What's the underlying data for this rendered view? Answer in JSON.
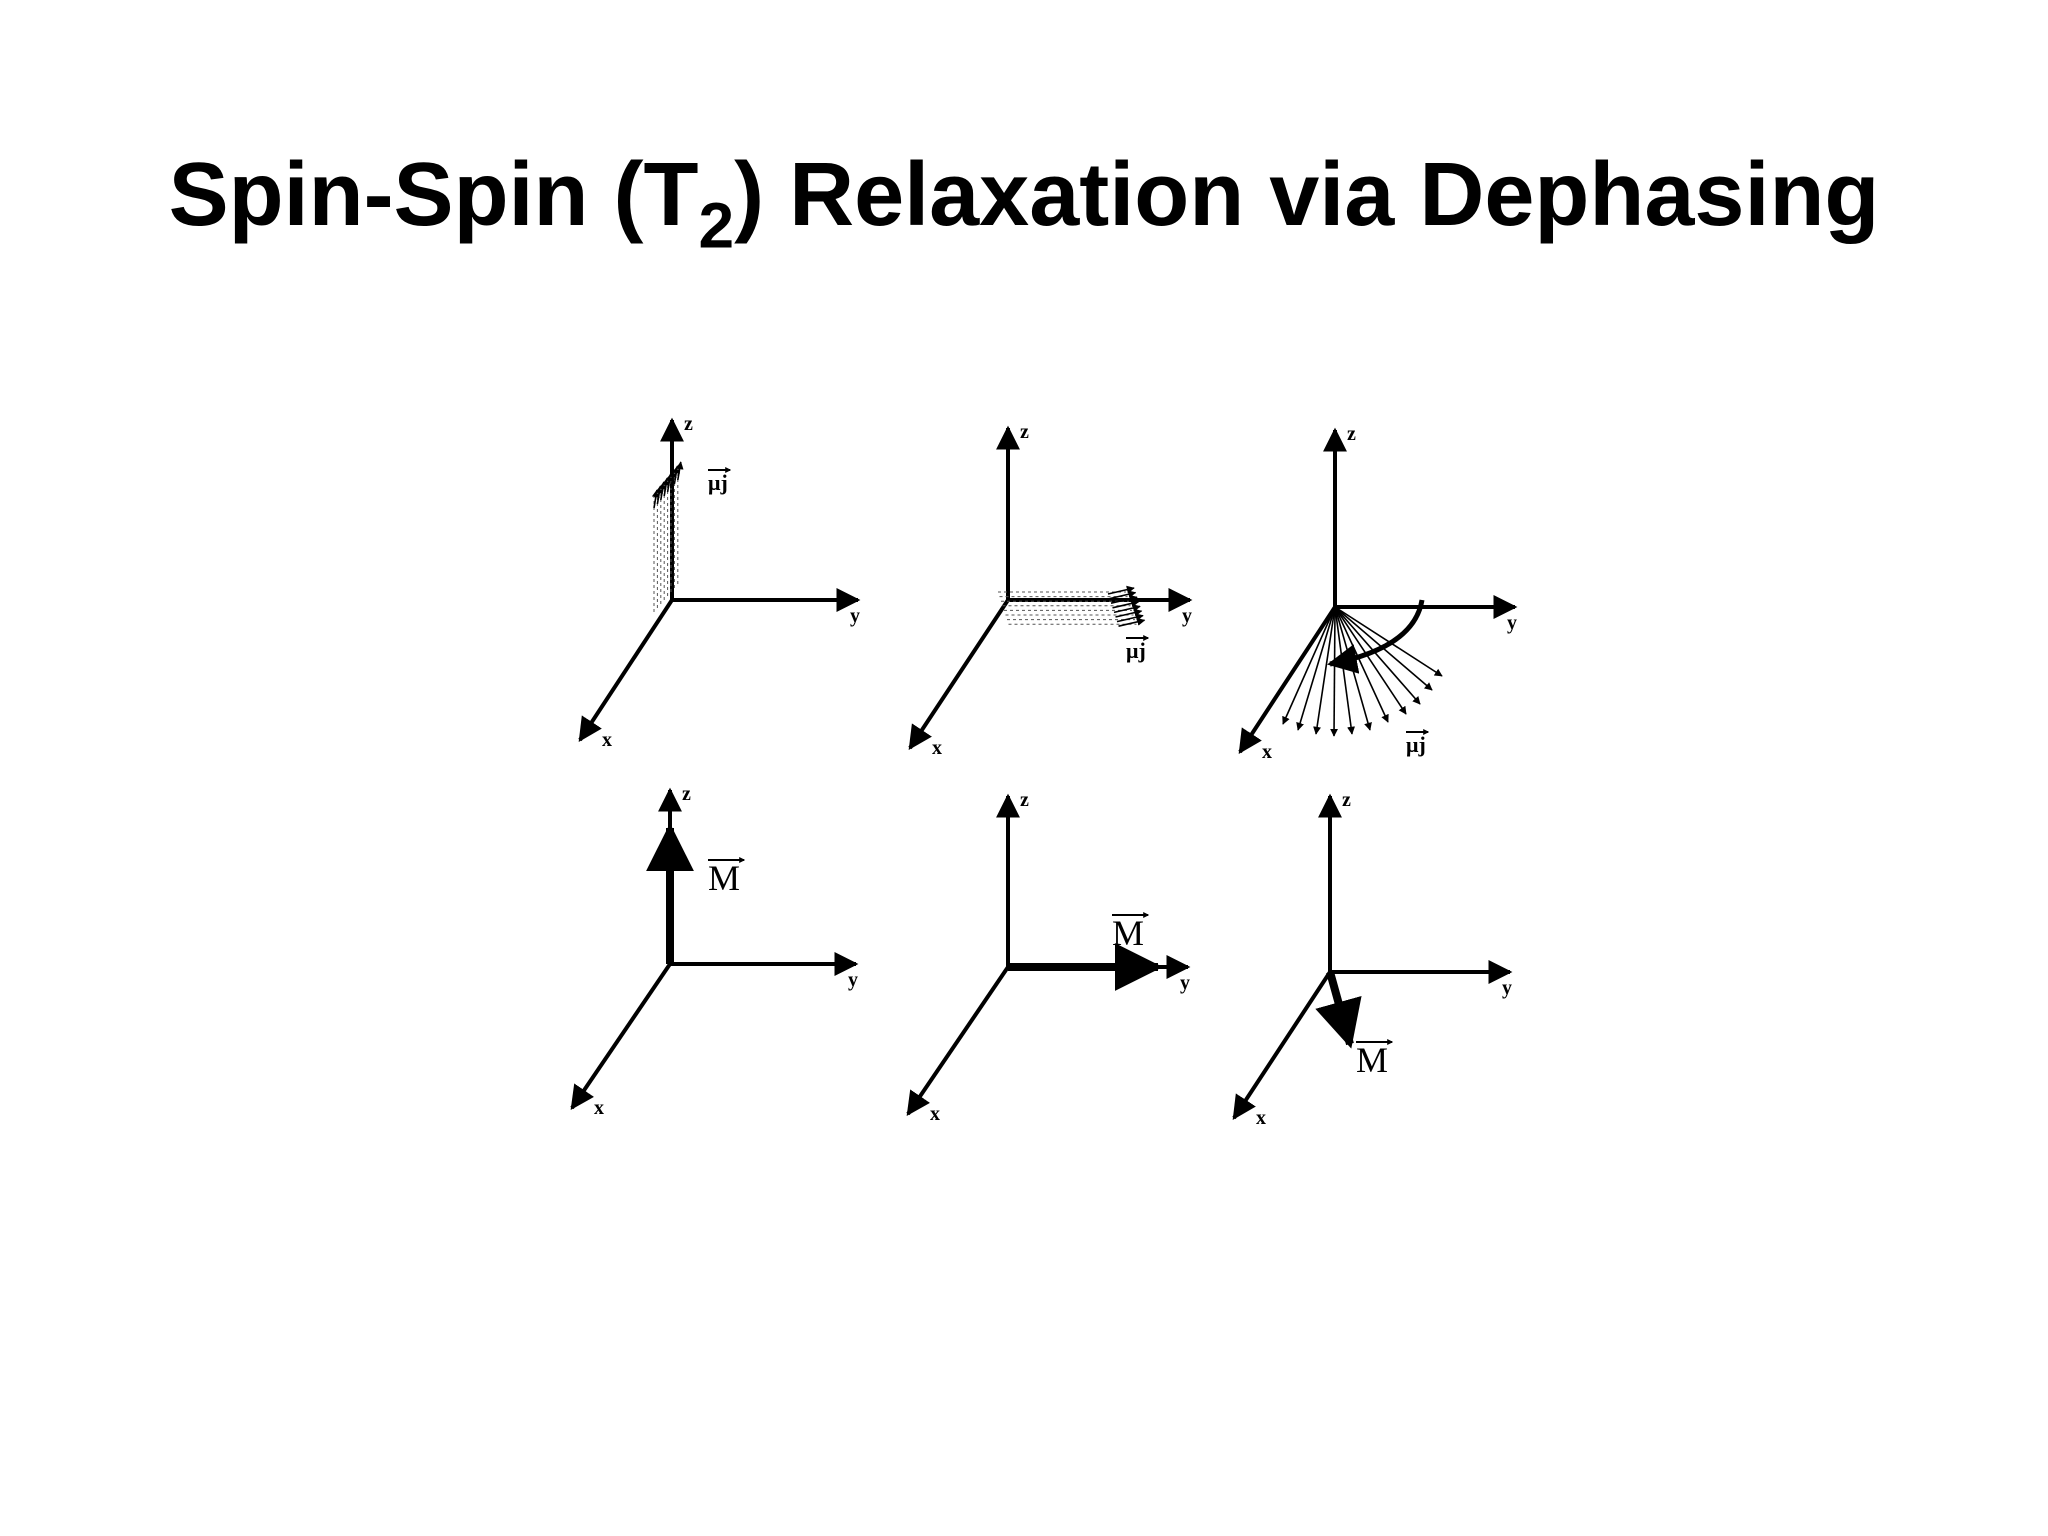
{
  "title": {
    "prefix": "Spin-Spin (T",
    "subscript": "2",
    "suffix": ") Relaxation via Dephasing"
  },
  "axes": {
    "x": "x",
    "y": "y",
    "z": "z"
  },
  "vector_labels": {
    "spin": "μj",
    "magnetization": "M"
  },
  "panels": [
    {
      "row": "spins",
      "stage": "aligned-along-z"
    },
    {
      "row": "spins",
      "stage": "tipped-along-y"
    },
    {
      "row": "spins",
      "stage": "dephasing-fan"
    },
    {
      "row": "net-magnetization",
      "stage": "along-z"
    },
    {
      "row": "net-magnetization",
      "stage": "along-y"
    },
    {
      "row": "net-magnetization",
      "stage": "decayed"
    }
  ]
}
